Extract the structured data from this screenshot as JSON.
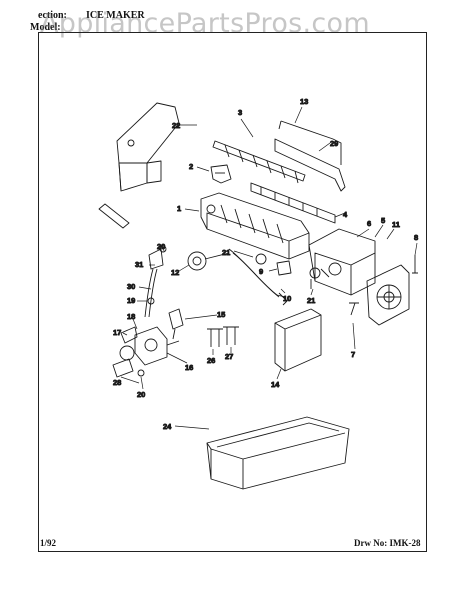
{
  "header": {
    "section_label": "ection:",
    "section_value": "ICE MAKER",
    "model_label": "Model:"
  },
  "watermark": "AppliancePartsPros.com",
  "footer": {
    "date": "1/92",
    "drawing_number": "Drw No: IMK-28"
  },
  "callouts": [
    "1",
    "2",
    "3",
    "4",
    "5",
    "6",
    "7",
    "8",
    "9",
    "10",
    "11",
    "12",
    "13",
    "14",
    "15",
    "16",
    "17",
    "18",
    "19",
    "20",
    "20",
    "21",
    "22",
    "23",
    "24",
    "25",
    "26",
    "27",
    "28",
    "29",
    "30",
    "31"
  ],
  "colors": {
    "ink": "#1a1a1a",
    "paper": "#ffffff",
    "watermark": "#787878"
  }
}
